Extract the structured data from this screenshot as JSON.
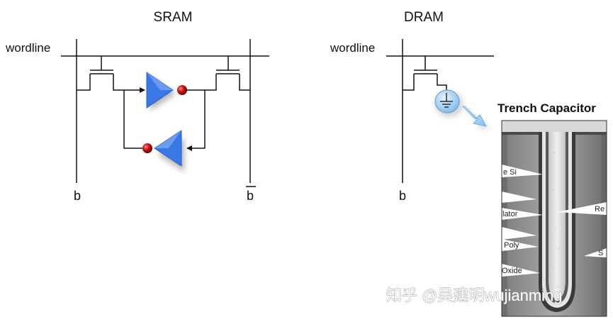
{
  "sram": {
    "title": "SRAM",
    "wordline_label": "wordline",
    "bitline_label": "b",
    "bitline_bar_label": "b"
  },
  "dram": {
    "title": "DRAM",
    "wordline_label": "wordline",
    "bitline_label": "b"
  },
  "trench": {
    "title": "Trench Capacitor",
    "callouts": [
      "e Si",
      "lator",
      "Poly",
      "Oxide",
      "Re",
      "S"
    ]
  },
  "watermark": "知乎 @吴建明wujianming",
  "colors": {
    "inverter_blue": "#3a78e6",
    "bubble_red": "#c81414",
    "capacitor_fill": "#a9d3f5",
    "arrow_fill": "#8ec6f0"
  }
}
